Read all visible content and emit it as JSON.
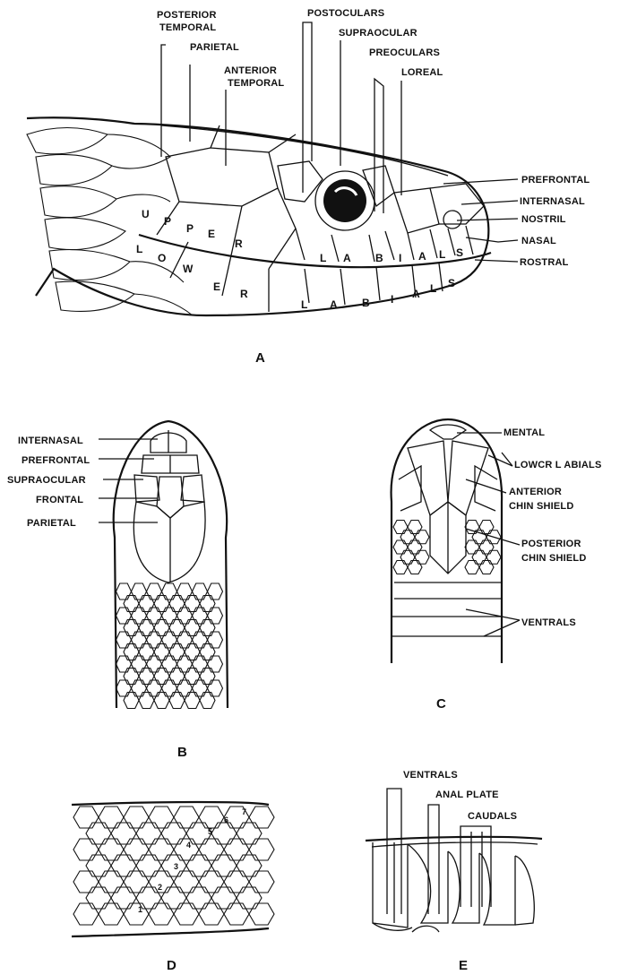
{
  "panels": {
    "a": {
      "letter": "A",
      "labels": {
        "posterior_temporal": [
          "POSTERIOR",
          "TEMPORAL"
        ],
        "parietal": "PARIETAL",
        "anterior_temporal": [
          "ANTERIOR",
          "TEMPORAL"
        ],
        "postoculars": "POSTOCULARS",
        "supraocular": "SUPRAOCULAR",
        "preoculars": "PREOCULARS",
        "loreal": "LOREAL",
        "prefrontal": "PREFRONTAL",
        "internasal": "INTERNASAL",
        "nostril": "NOSTRIL",
        "nasal": "NASAL",
        "rostral": "ROSTRAL"
      },
      "upper_labials_letters": [
        "U",
        "P",
        "P",
        "E",
        "R",
        "L",
        "A",
        "B",
        "I",
        "A",
        "L",
        "S"
      ],
      "lower_labials_letters": [
        "L",
        "O",
        "W",
        "E",
        "R",
        "L",
        "A",
        "B",
        "I",
        "A",
        "L",
        "S"
      ]
    },
    "b": {
      "letter": "B",
      "labels": {
        "internasal": "INTERNASAL",
        "prefrontal": "PREFRONTAL",
        "supraocular": "SUPRAOCULAR",
        "frontal": "FRONTAL",
        "parietal": "PARIETAL"
      }
    },
    "c": {
      "letter": "C",
      "labels": {
        "mental": "MENTAL",
        "lower_labials": "LOWCR L ABIALS",
        "anterior_chin_shield": [
          "ANTERIOR",
          "CHIN SHIELD"
        ],
        "posterior_chin_shield": [
          "POSTERIOR",
          "CHIN SHIELD"
        ],
        "ventrals": "VENTRALS"
      }
    },
    "d": {
      "letter": "D",
      "row_numbers": [
        "1",
        "2",
        "3",
        "4",
        "5",
        "6",
        "7"
      ]
    },
    "e": {
      "letter": "E",
      "labels": {
        "ventrals": "VENTRALS",
        "anal_plate": "ANAL PLATE",
        "caudals": "CAUDALS"
      }
    }
  }
}
